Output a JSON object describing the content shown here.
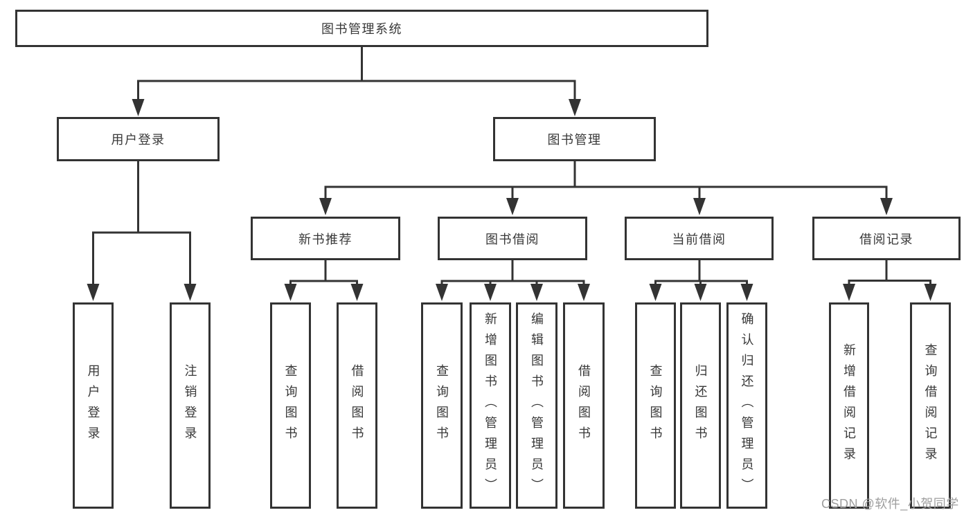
{
  "diagram": {
    "tree": {
      "label": "图书管理系统",
      "children": [
        {
          "label": "用户登录",
          "children": [
            {
              "label": "用户登录"
            },
            {
              "label": "注销登录"
            }
          ]
        },
        {
          "label": "图书管理",
          "children": [
            {
              "label": "新书推荐",
              "children": [
                {
                  "label": "查询图书"
                },
                {
                  "label": "借阅图书"
                }
              ]
            },
            {
              "label": "图书借阅",
              "children": [
                {
                  "label": "查询图书"
                },
                {
                  "label": "新增图书（管理员）"
                },
                {
                  "label": "编辑图书（管理员）"
                },
                {
                  "label": "借阅图书"
                }
              ]
            },
            {
              "label": "当前借阅",
              "children": [
                {
                  "label": "查询图书"
                },
                {
                  "label": "归还图书"
                },
                {
                  "label": "确认归还（管理员）"
                }
              ]
            },
            {
              "label": "借阅记录",
              "children": [
                {
                  "label": "新增借阅记录"
                },
                {
                  "label": "查询借阅记录"
                }
              ]
            }
          ]
        }
      ]
    },
    "colors": {
      "line": "#333333",
      "box_border": "#333333",
      "text": "#383838",
      "background": "#ffffff",
      "watermark": "#9e9e9e"
    }
  },
  "watermark": {
    "text": "CSDN @软件_小贺同学"
  }
}
